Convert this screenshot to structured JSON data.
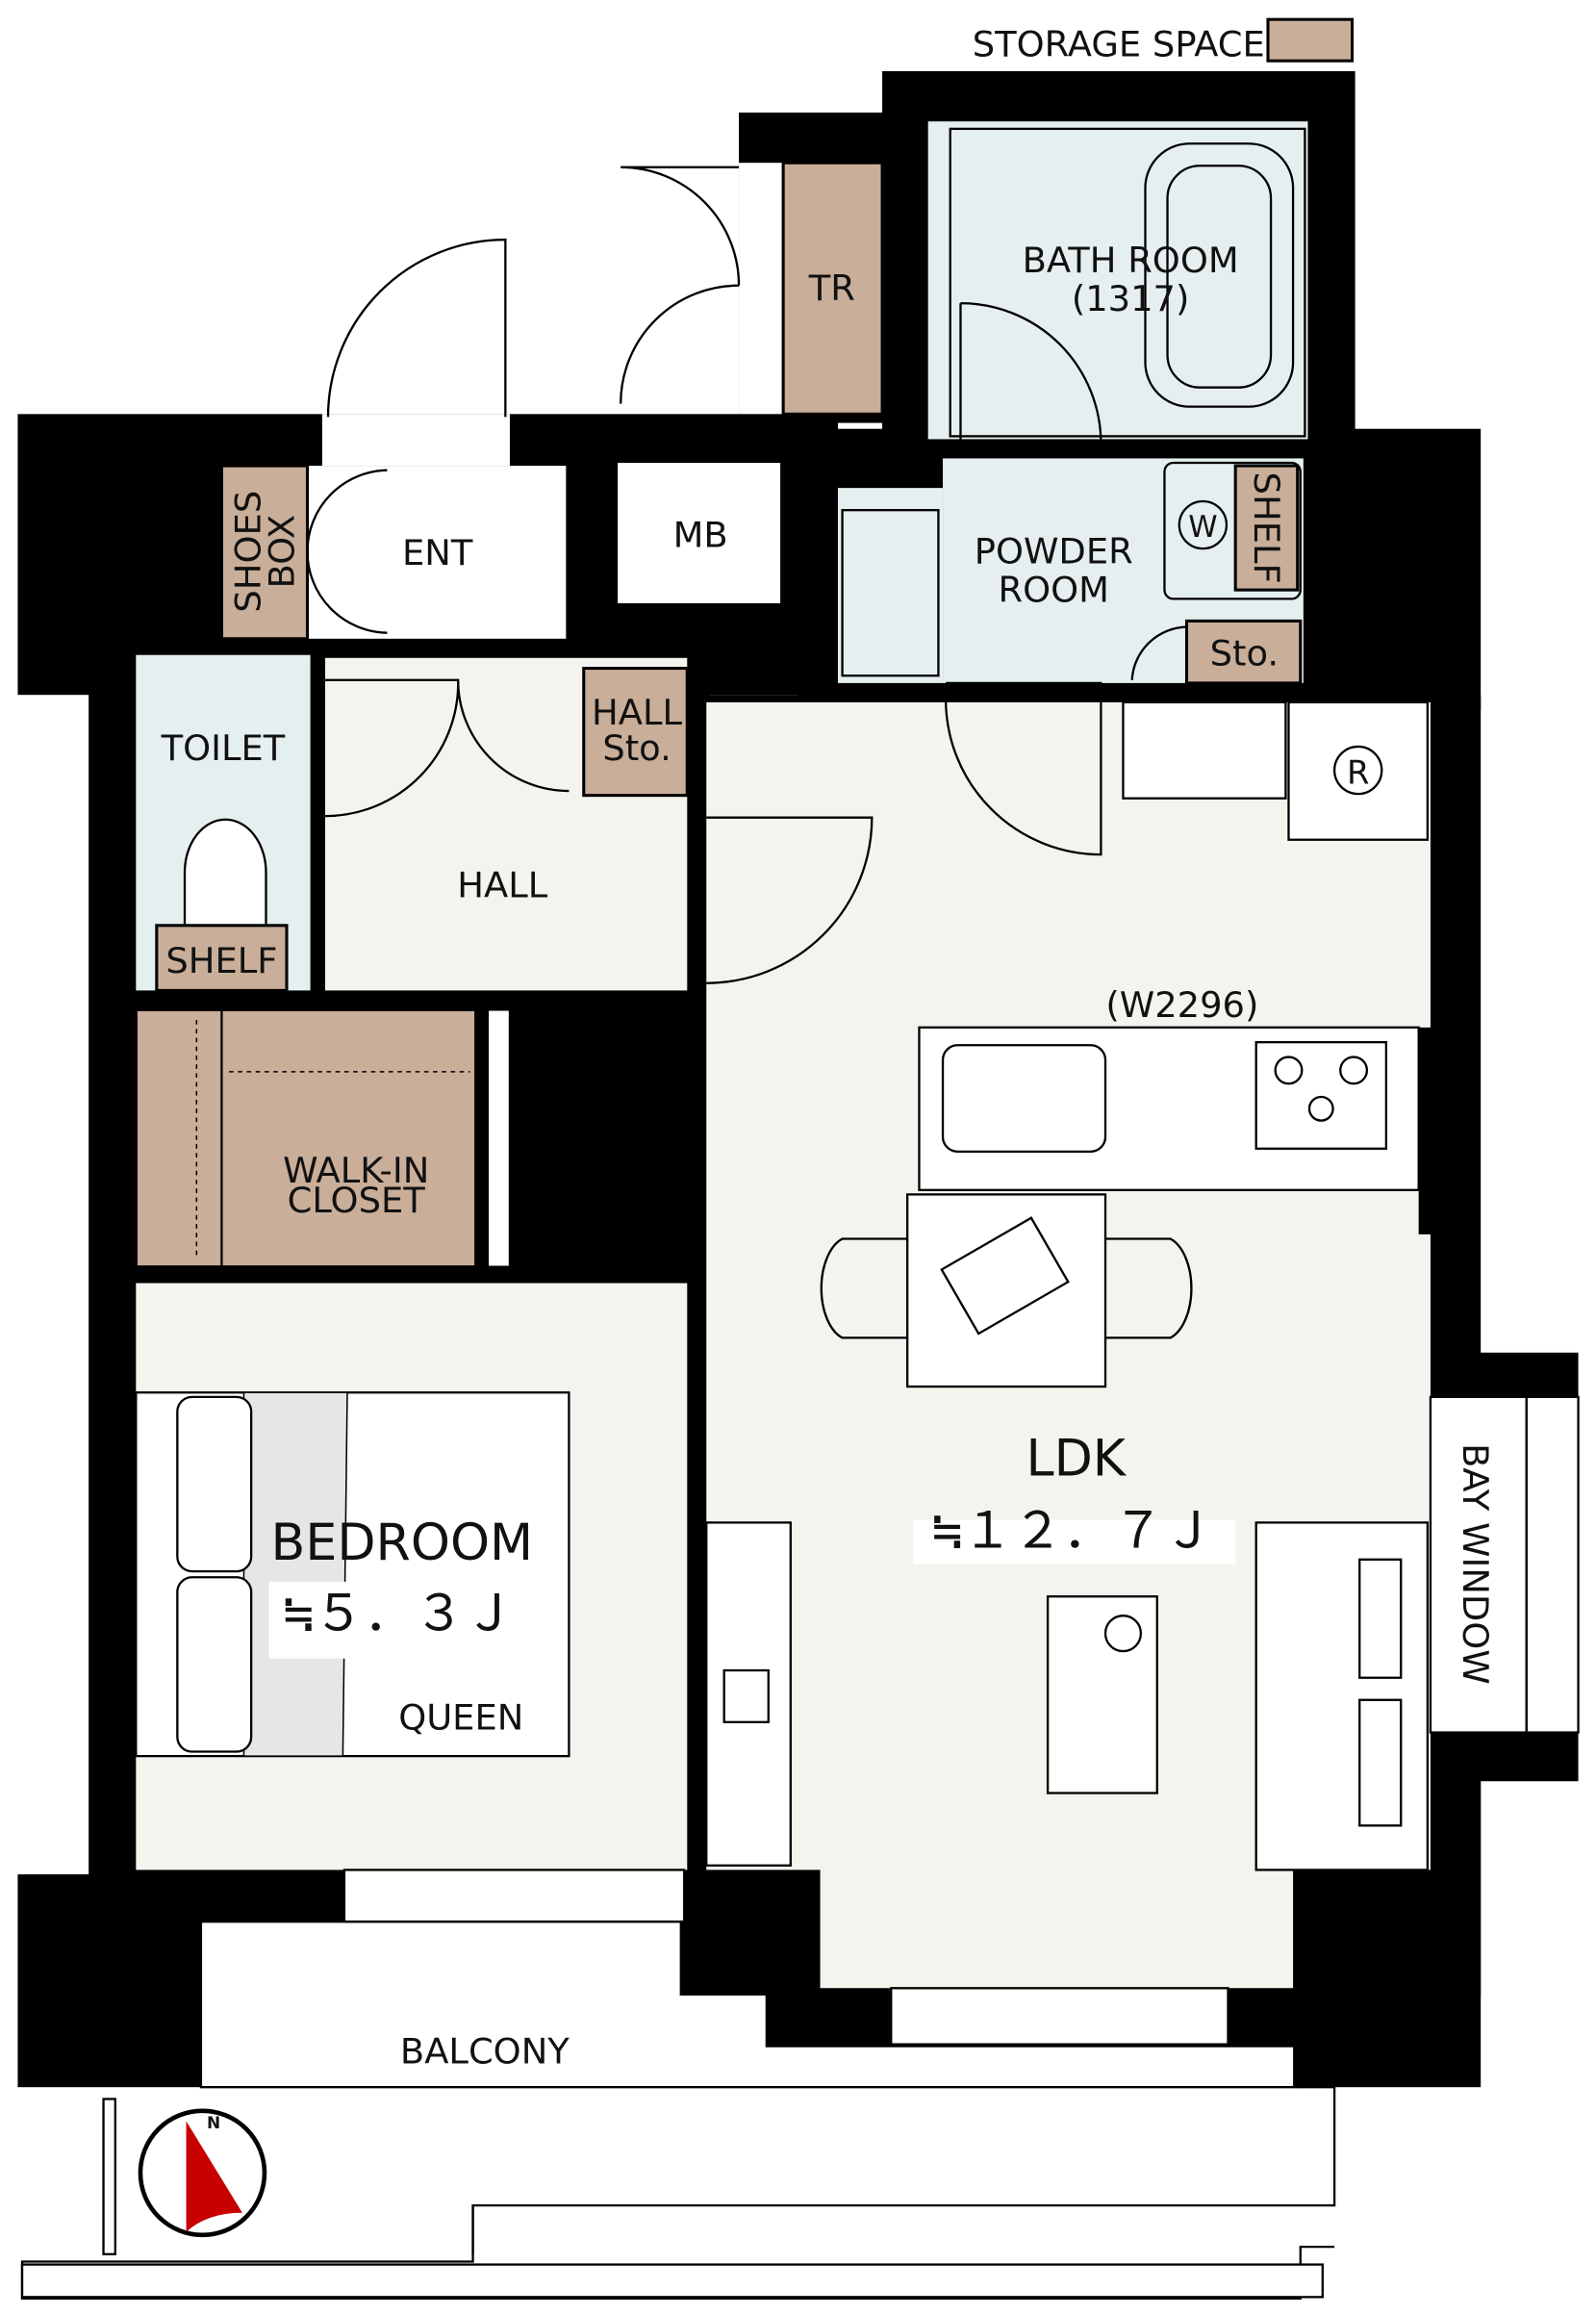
{
  "legend": {
    "label": "STORAGE SPACE",
    "color": "#c9ae99"
  },
  "rooms": {
    "tr": "TR",
    "bath_title": "BATH ROOM",
    "bath_size": "(1317)",
    "shoes_box_1": "SHOES",
    "shoes_box_2": "BOX",
    "ent": "ENT",
    "mb": "MB",
    "powder_1": "POWDER",
    "powder_2": "ROOM",
    "washer": "W",
    "shelf_powder": "SHELF",
    "sto": "Sto.",
    "toilet": "TOILET",
    "hall_sto_1": "HALL",
    "hall_sto_2": "Sto.",
    "hall": "HALL",
    "shelf_toilet": "SHELF",
    "fridge": "R",
    "kitchen_width": "(W2296)",
    "closet_1": "WALK-IN",
    "closet_2": "CLOSET",
    "ldk": "LDK",
    "ldk_area": "≒１２．７Ｊ",
    "bedroom": "BEDROOM",
    "bedroom_area": "≒５．３Ｊ",
    "bed_size": "QUEEN",
    "bay_window": "BAY WINDOW",
    "balcony": "BALCONY"
  },
  "compass": {
    "north": "N",
    "color": "#c80000"
  }
}
